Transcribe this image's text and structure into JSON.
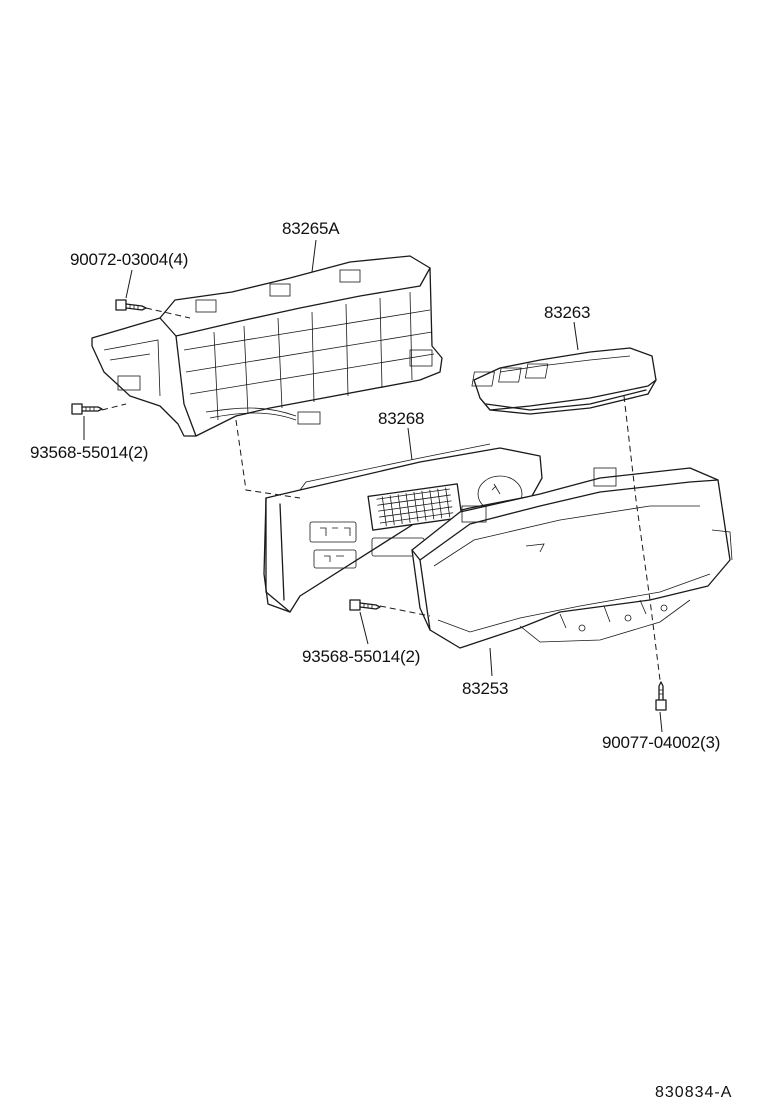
{
  "diagram": {
    "reference_code": "830834-A",
    "parts": [
      {
        "id": "p83265A",
        "label": "83265A"
      },
      {
        "id": "p90072",
        "label": "90072-03004(4)"
      },
      {
        "id": "p93568a",
        "label": "93568-55014(2)"
      },
      {
        "id": "p83263",
        "label": "83263"
      },
      {
        "id": "p83268",
        "label": "83268"
      },
      {
        "id": "p93568b",
        "label": "93568-55014(2)"
      },
      {
        "id": "p83253",
        "label": "83253"
      },
      {
        "id": "p90077",
        "label": "90077-04002(3)"
      }
    ]
  }
}
